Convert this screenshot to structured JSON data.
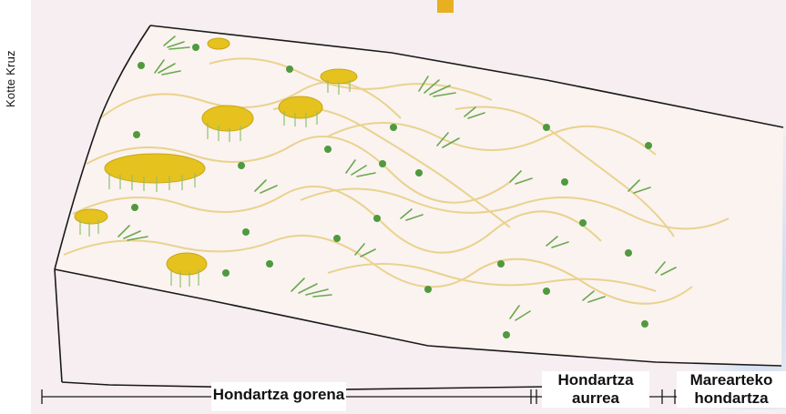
{
  "credit": "Kotte Kruz",
  "colors": {
    "paper": "#f6eef1",
    "outline": "#1a1a1a",
    "sand_lines": "#e9cf84",
    "flowers": "#e6c21e",
    "grass": "#6aa84f",
    "water": "#bcd6ef"
  },
  "zones": [
    {
      "name": "Hondartza gorena"
    },
    {
      "line1": "Hondartza",
      "line2": "aurrea"
    },
    {
      "line1": "Marearteko",
      "line2": "hondartza"
    }
  ]
}
